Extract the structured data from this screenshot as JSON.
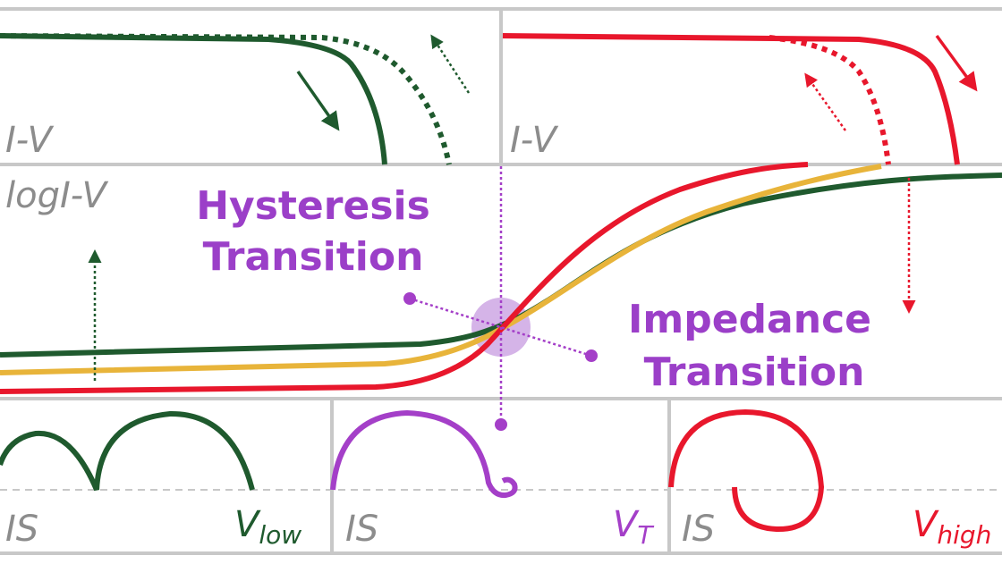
{
  "panels": {
    "iv_left_label": "I-V",
    "iv_right_label": "I-V",
    "logiv_label": "logI-V",
    "is_labels": [
      "IS",
      "IS",
      "IS"
    ]
  },
  "annotations": {
    "hysteresis": [
      "Hysteresis",
      "Transition"
    ],
    "impedance": [
      "Impedance",
      "Transition"
    ]
  },
  "voltages": [
    {
      "base": "V",
      "sub": "low",
      "color": "#1f5a2e"
    },
    {
      "base": "V",
      "sub": "T",
      "color": "#a43fc8"
    },
    {
      "base": "V",
      "sub": "high",
      "color": "#e8172c"
    }
  ],
  "colors": {
    "green": "#1f5a2e",
    "yellow": "#e8b43a",
    "red": "#e8172c",
    "purple": "#a43fc8",
    "grid": "#c8c8c8"
  }
}
